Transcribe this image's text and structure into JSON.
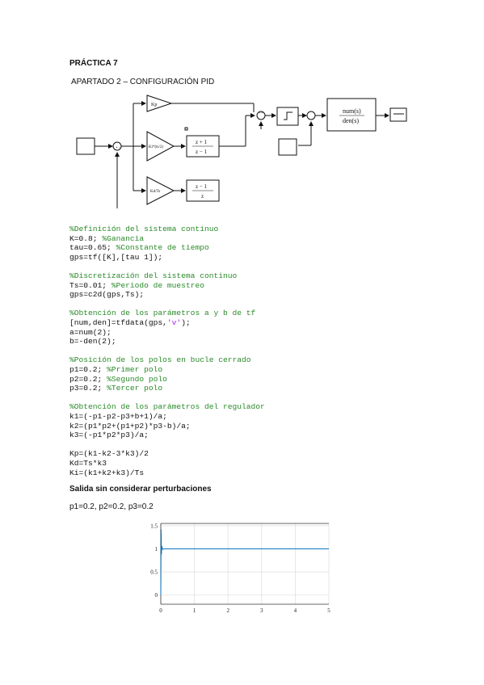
{
  "title": "PRÁCTICA 7",
  "subtitle": "APARTADO 2 – CONFIGURACIÓN PID",
  "diagram": {
    "kp_label": "Kp",
    "ki_label": "Ki*(ts/2)",
    "kd_label": "Kd/Ts",
    "tf_integral_num": "z + 1",
    "tf_integral_den": "z − 1",
    "tf_deriv_num": "z − 1",
    "tf_deriv_den": "z",
    "plant_num": "num(s)",
    "plant_den": "den(s)"
  },
  "code_lines": [
    {
      "type": "comment",
      "text": "%Definición del sistema continuo"
    },
    {
      "type": "mixed",
      "code": "K=0.8; ",
      "comment": "%Ganancia"
    },
    {
      "type": "mixed",
      "code": "tau=0.65; ",
      "comment": "%Constante de tiempo"
    },
    {
      "type": "code",
      "text": "gps=tf([K],[tau 1]);"
    },
    {
      "type": "blank"
    },
    {
      "type": "comment",
      "text": "%Discretización del sistema continuo"
    },
    {
      "type": "mixed",
      "code": "Ts=0.01; ",
      "comment": "%Periodo de muestreo"
    },
    {
      "type": "code",
      "text": "gps=c2d(gps,Ts);"
    },
    {
      "type": "blank"
    },
    {
      "type": "comment",
      "text": "%Obtención de los parámetros a y b de tf"
    },
    {
      "type": "string",
      "pre": "[num,den]=tfdata(gps,",
      "str": "'v'",
      "post": ");"
    },
    {
      "type": "code",
      "text": "a=num(2);"
    },
    {
      "type": "code",
      "text": "b=-den(2);"
    },
    {
      "type": "blank"
    },
    {
      "type": "comment",
      "text": "%Posición de los polos en bucle cerrado"
    },
    {
      "type": "mixed",
      "code": "p1=0.2; ",
      "comment": "%Primer polo"
    },
    {
      "type": "mixed",
      "code": "p2=0.2; ",
      "comment": "%Segundo polo"
    },
    {
      "type": "mixed",
      "code": "p3=0.2; ",
      "comment": "%Tercer polo"
    },
    {
      "type": "blank"
    },
    {
      "type": "comment",
      "text": "%Obtención de los parámetros del regulador"
    },
    {
      "type": "code",
      "text": "k1=(-p1-p2-p3+b+1)/a;"
    },
    {
      "type": "code",
      "text": "k2=(p1*p2+(p1+p2)*p3-b)/a;"
    },
    {
      "type": "code",
      "text": "k3=(-p1*p2*p3)/a;"
    },
    {
      "type": "blank"
    },
    {
      "type": "code",
      "text": "Kp=(k1-k2-3*k3)/2"
    },
    {
      "type": "code",
      "text": "Kd=Ts*k3"
    },
    {
      "type": "code",
      "text": "Ki=(k1+k2+k3)/Ts"
    }
  ],
  "section_heading": "Salida sin considerar perturbaciones",
  "poles_caption": "p1=0.2, p2=0.2, p3=0.2",
  "chart_data": {
    "type": "line",
    "title": "",
    "xlabel": "",
    "ylabel": "",
    "xlim": [
      0,
      5
    ],
    "ylim": [
      -0.2,
      1.55
    ],
    "grid": true,
    "x_ticks": [
      "0",
      "1",
      "2",
      "3",
      "4",
      "5"
    ],
    "y_ticks": [
      "0",
      "0.5",
      "1",
      "1.5"
    ],
    "series": [
      {
        "color": "#0072bd",
        "x": [
          0,
          0.01,
          0.02,
          0.03,
          0.05,
          0.1,
          5
        ],
        "y": [
          0,
          1.42,
          0.88,
          1.06,
          0.99,
          1.0,
          1.0
        ]
      }
    ]
  }
}
